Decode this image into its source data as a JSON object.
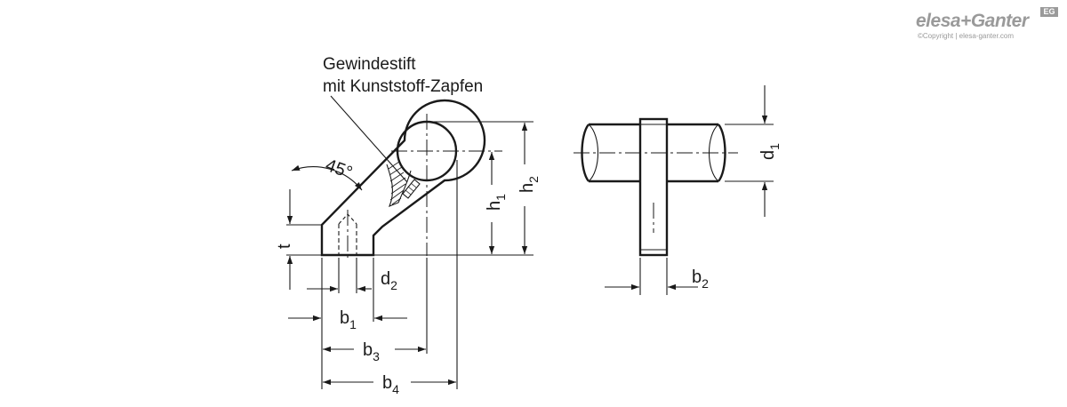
{
  "logo": {
    "brand": "elesa+Ganter",
    "badge": "EG",
    "copyright": "©Copyright | elesa-ganter.com"
  },
  "annotation": {
    "line1": "Gewindestift",
    "line2": "mit Kunststoff-Zapfen"
  },
  "angle": "45°",
  "dimensions": {
    "t": {
      "base": "t",
      "sub": ""
    },
    "d2": {
      "base": "d",
      "sub": "2"
    },
    "b1": {
      "base": "b",
      "sub": "1"
    },
    "b3": {
      "base": "b",
      "sub": "3"
    },
    "b4": {
      "base": "b",
      "sub": "4"
    },
    "h1": {
      "base": "h",
      "sub": "1"
    },
    "h2": {
      "base": "h",
      "sub": "2"
    },
    "d1": {
      "base": "d",
      "sub": "1"
    },
    "b2": {
      "base": "b",
      "sub": "2"
    }
  }
}
